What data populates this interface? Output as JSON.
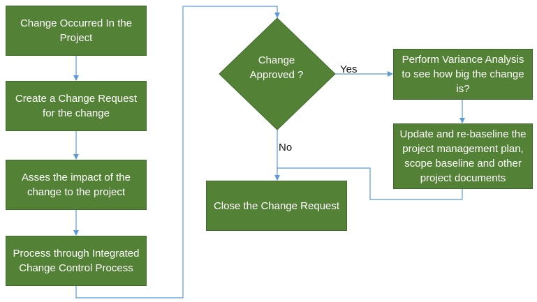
{
  "colors": {
    "box_fill": "#538135",
    "box_border": "#3f6b2e",
    "connector": "#5b9bd5",
    "text_on_box": "#ffffff"
  },
  "flowchart": {
    "steps": {
      "change_occurred": "Change Occurred In the Project",
      "create_request": "Create a Change Request for the change",
      "assess_impact": "Asses the impact of the change to the project",
      "process_icc": "Process through Integrated Change Control Process",
      "variance_analysis": "Perform Variance Analysis to see how big the change is?",
      "update_rebaseline": "Update and re-baseline the project management plan, scope baseline and other project documents",
      "close_request": "Close the Change Request"
    },
    "decision": {
      "label": "Change Approved ?"
    },
    "edge_labels": {
      "yes": "Yes",
      "no": "No"
    }
  }
}
